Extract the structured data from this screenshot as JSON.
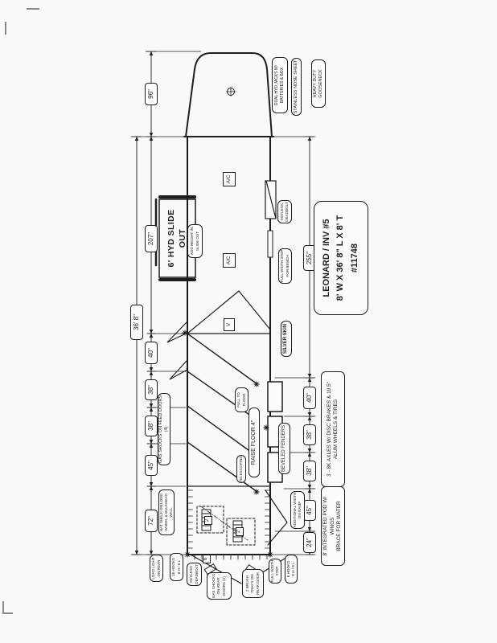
{
  "doc": {
    "title_block": {
      "line1": "LEONARD / INV #5",
      "line2": "8' W X 36' 8\" L X 8' T",
      "line3": "#11748"
    },
    "dims": {
      "d96": "96\"",
      "d207": "207\"",
      "d368": "36' 8\"",
      "d40a": "40\"",
      "d38a": "38\"",
      "d38b": "38\"",
      "d45a": "45\"",
      "d72": "72\"",
      "d255": "255\"",
      "d40b": "40\"",
      "d38c": "38\"",
      "d38d": "38\"",
      "d45b": "45\"",
      "d24": "24\""
    },
    "callouts": {
      "dual_hyd": "DUAL HYD JACKS W/\nBATTERIES & BOX",
      "stainless": "STAINLESS NOSE SHEET",
      "gooseneck": "HEAVY DUTY\nGOOSENECK",
      "add_height": "ADD HEIGHT IN\nSLIDE OUT",
      "keyless_front": "KEYLESS\nDEADBOLT",
      "bench_step": "FULL WIDTH STEP\nFOR BENCH",
      "silver_skin": "SILVER SKIN",
      "gas_feed": "GAS SHOCKS ON FEED DOORS (4)",
      "full_to_floor": "FULL TO\nFLOOR",
      "raise_floor": "RAISE FLOOR 4\"",
      "telescoping": "TELESCOPING",
      "beveled": "BEVELED FENDERS",
      "axles": "3 - 8K AXLES W/ DISC BRAKES & 19.5\"\nALUM WHEELS & TIRES",
      "hat_shelf": "HAT SHELF ON LONG\nWHEEL & BULKHEAD WALL",
      "pod": "8' INTEGRATED POD W/ WINGS\nBRACE FOR WATER",
      "ramp_width": "ADDITIONAL WIDTH\nON RAMP",
      "load_light": "LOAD LIGHT\nON REAR",
      "hooks16": "16 HOOKS\n8 H / 8 L",
      "keyless_rear": "KEYLESS\nDEADBOLT",
      "gas_rear": "GAS SHOCKS\nON REAR\nDOORS (2)",
      "brush": "2 BRUSH\nTRAYS ON\nREAR DOOR",
      "full_step": "FULL WIDTH\nSTEP",
      "hooks6": "6 HOOKS\n8 H / 8 L"
    },
    "interior": {
      "slide": "6' HYD SLIDE OUT",
      "ac": "A/C",
      "vent": "V",
      "rack2": "2",
      "item6": "6"
    }
  }
}
